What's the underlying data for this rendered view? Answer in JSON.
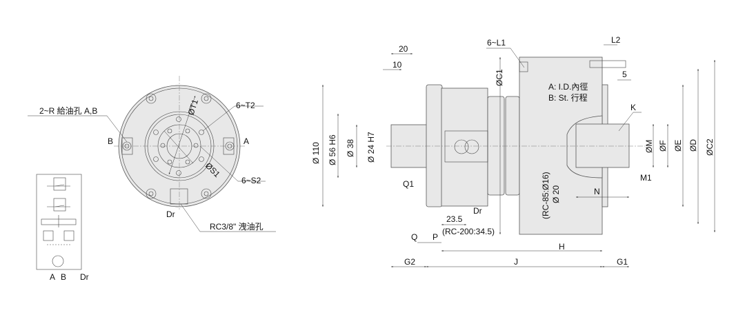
{
  "front_view": {
    "oil_supply_label": "2~R  給油孔 A,B",
    "port_b": "B",
    "port_a": "A",
    "t1": "ØT1",
    "t2": "6~T2",
    "s1": "ØS1",
    "s2": "6~S2",
    "drain": "Dr",
    "drain_port_label": "RC3/8\" 洩油孔"
  },
  "circuit": {
    "a": "A",
    "b": "B",
    "dr": "Dr"
  },
  "side_view": {
    "dim_20": "20",
    "dim_10": "10",
    "l1": "6~L1",
    "c1": "ØC1",
    "l2": "L2",
    "dim_5": "5",
    "note_a": "A: I.D.內徑",
    "note_b": "B: St. 行程",
    "k": "K",
    "d110": "Ø 110",
    "d56": "Ø 56  H6",
    "d38": "Ø 38",
    "d24": "Ø 24 H7",
    "m": "ØM",
    "f": "ØF",
    "e": "ØE",
    "d": "ØD",
    "c2": "ØC2",
    "q1": "Q1",
    "m1": "M1",
    "n": "N",
    "rc85": "(RC-85:Ø16)",
    "d20": "Ø 20",
    "dr": "Dr",
    "dim_235": "23.5",
    "rc200": "(RC-200:34.5)",
    "q": "Q",
    "p": "P",
    "h": "H",
    "g2": "G2",
    "j": "J",
    "g1": "G1"
  }
}
